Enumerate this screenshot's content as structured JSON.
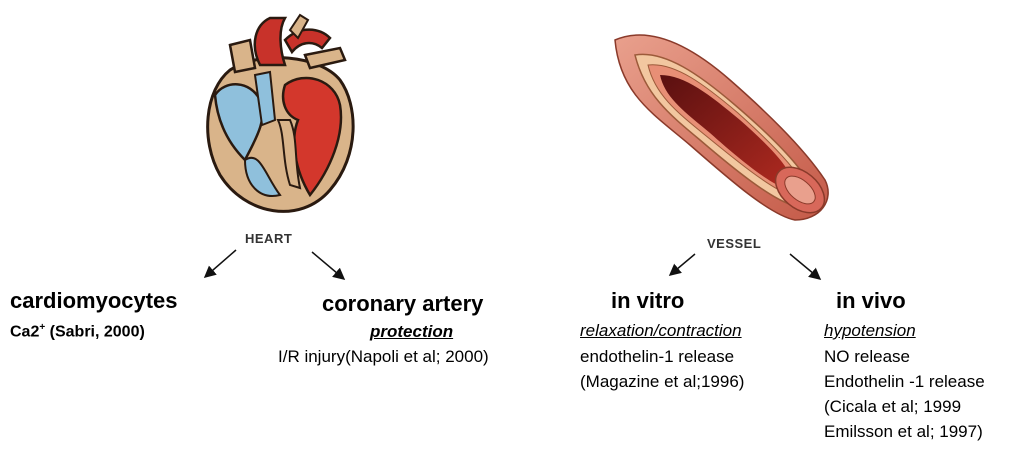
{
  "heart": {
    "caption": "HEART",
    "left_branch": {
      "title": "cardiomyocytes",
      "detail_main": "Ca2",
      "detail_sup": "+",
      "detail_rest": " (Sabri, 2000)"
    },
    "right_branch": {
      "title": "coronary artery",
      "effect": "protection",
      "lines": [
        "I/R injury(Napoli et al; 2000)"
      ]
    }
  },
  "vessel": {
    "caption": "VESSEL",
    "left_branch": {
      "title": "in vitro",
      "effect": "relaxation/contraction",
      "lines": [
        "endothelin-1 release",
        "(Magazine et al;1996)"
      ]
    },
    "right_branch": {
      "title": "in vivo",
      "effect": "hypotension",
      "lines": [
        "NO release",
        "Endothelin -1 release",
        "(Cicala et al; 1999",
        "Emilsson et al; 1997)"
      ]
    }
  }
}
